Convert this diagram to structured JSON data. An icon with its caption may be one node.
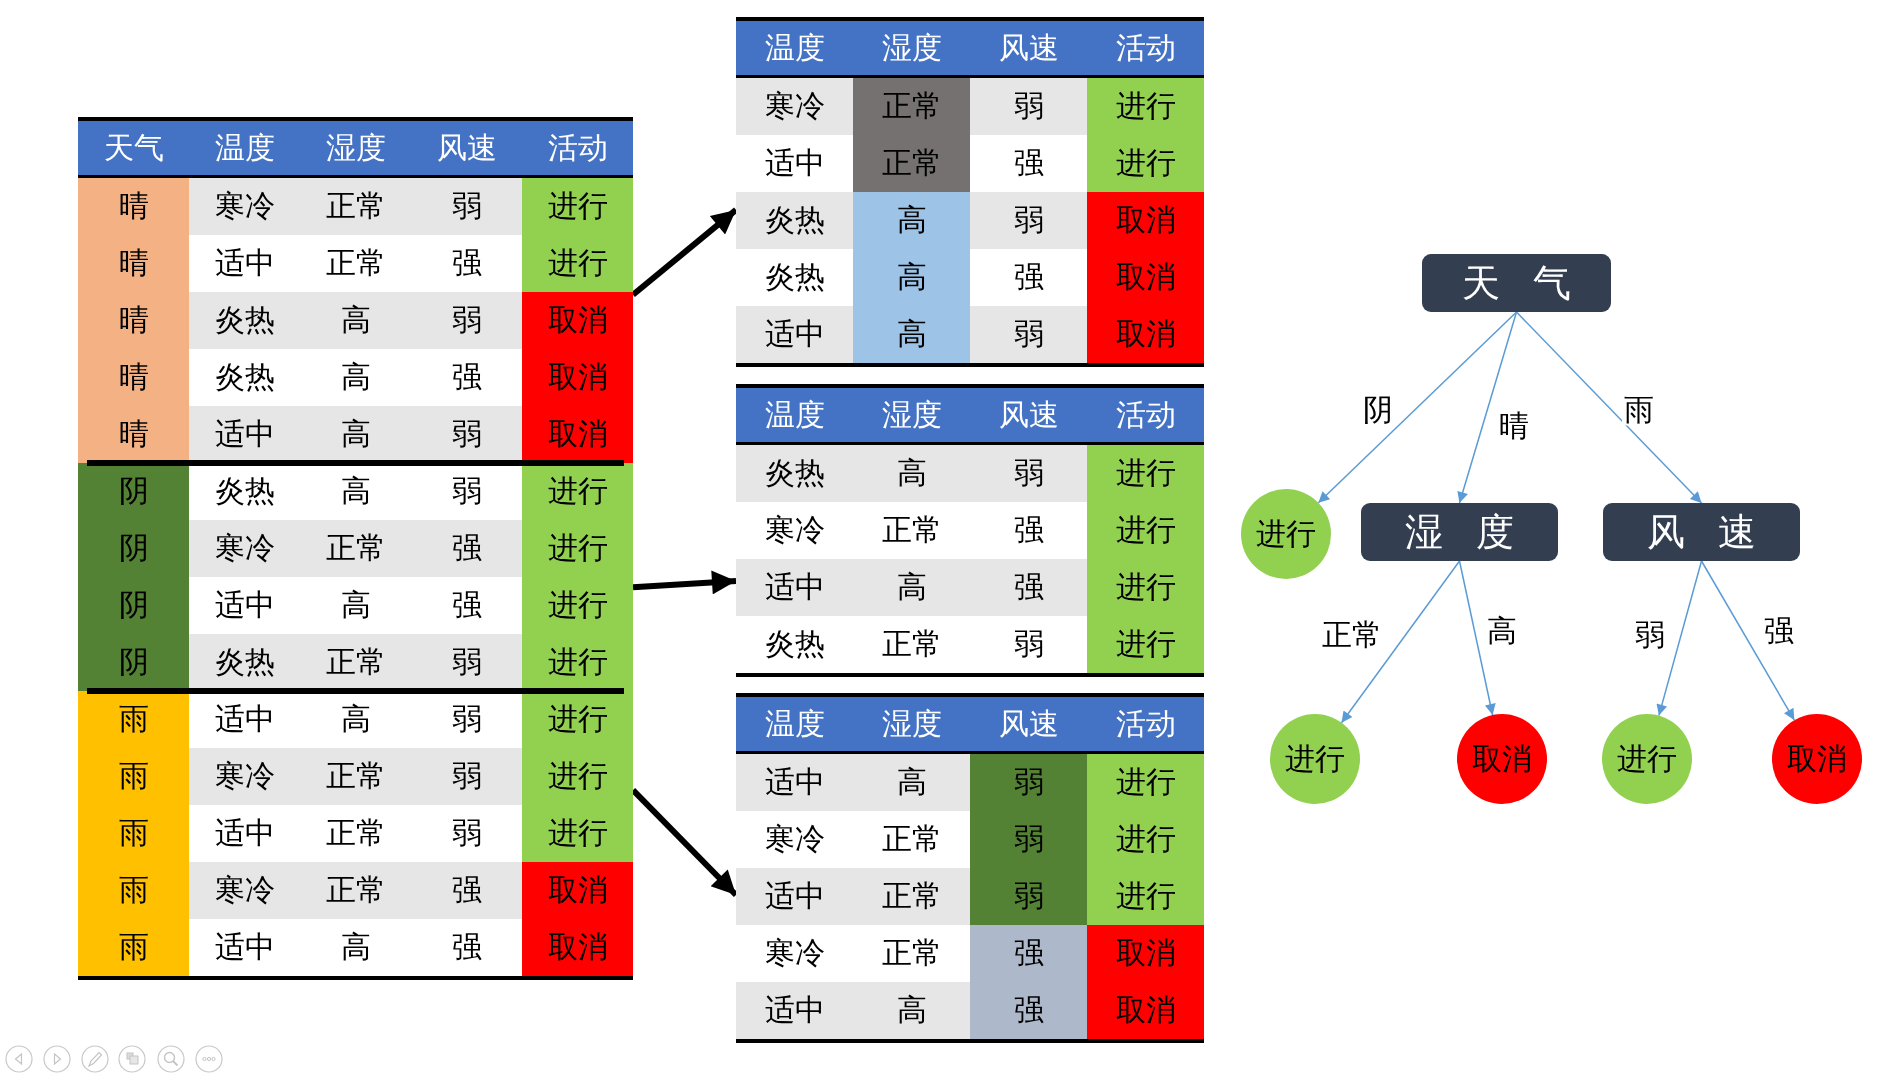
{
  "diagram": {
    "nodes": [
      {
        "text": [
          "天气",
          "温度",
          "湿度",
          "风速",
          "活动",
          "晴",
          "寒冷",
          "正常",
          "弱",
          "进行",
          "晴",
          "适中",
          "正常",
          "强",
          "进行",
          "晴",
          "炎热",
          "高",
          "弱",
          "取消",
          "晴",
          "炎热",
          "高",
          "强",
          "取消",
          "晴",
          "适中",
          "高",
          "弱",
          "取消",
          "阴",
          "炎热",
          "高",
          "弱",
          "进行",
          "阴",
          "寒冷",
          "正常",
          "强",
          "进行",
          "阴",
          "适中",
          "高",
          "强",
          "进行",
          "阴",
          "炎热",
          "正常",
          "弱",
          "进行",
          "雨",
          "适中",
          "高",
          "弱",
          "进行",
          "雨",
          "寒冷",
          "正常",
          "弱",
          "进行",
          "雨",
          "适中",
          "正常",
          "弱",
          "进行",
          "雨",
          "寒冷",
          "正常",
          "强",
          "取消",
          "雨",
          "适中",
          "高",
          "强",
          "取消"
        ]
      },
      {
        "text": [
          "温度",
          "湿度",
          "风速",
          "活动",
          "寒冷",
          "正常",
          "弱",
          "进行",
          "适中",
          "正常",
          "强",
          "进行",
          "炎热",
          "高",
          "弱",
          "取消",
          "炎热",
          "高",
          "强",
          "取消",
          "适中",
          "高",
          "弱",
          "取消"
        ]
      },
      {
        "text": [
          "温度",
          "湿度",
          "风速",
          "活动",
          "炎热",
          "高",
          "弱",
          "进行",
          "寒冷",
          "正常",
          "强",
          "进行",
          "适中",
          "高",
          "强",
          "进行",
          "炎热",
          "正常",
          "弱",
          "进行"
        ]
      },
      {
        "text": [
          "温度",
          "湿度",
          "风速",
          "活动",
          "适中",
          "高",
          "弱",
          "进行",
          "寒冷",
          "正常",
          "弱",
          "进行",
          "适中",
          "正常",
          "弱",
          "进行",
          "寒冷",
          "正常",
          "强",
          "取消",
          "适中",
          "高",
          "强",
          "取消"
        ]
      },
      {
        "text": [
          "天 气"
        ]
      },
      {
        "text": [
          "进行"
        ]
      },
      {
        "text": [
          "湿 度"
        ]
      },
      {
        "text": [
          "风 速"
        ]
      },
      {
        "text": [
          "进行"
        ]
      },
      {
        "text": [
          "取消"
        ]
      },
      {
        "text": [
          "进行"
        ]
      },
      {
        "text": [
          "取消"
        ]
      }
    ],
    "edges": [
      {
        "from": 0,
        "to": 1,
        "arrow": "to",
        "style": "thick",
        "color": "#000000"
      },
      {
        "from": 0,
        "to": 2,
        "arrow": "to",
        "style": "thick",
        "color": "#000000"
      },
      {
        "from": 0,
        "to": 3,
        "arrow": "to",
        "style": "thick",
        "color": "#000000"
      },
      {
        "from": 4,
        "to": 5,
        "label": "阴",
        "arrow": "to"
      },
      {
        "from": 4,
        "to": 6,
        "label": "晴",
        "arrow": "to"
      },
      {
        "from": 4,
        "to": 7,
        "label": "雨",
        "arrow": "to"
      },
      {
        "from": 6,
        "to": 8,
        "label": "正常",
        "arrow": "to"
      },
      {
        "from": 6,
        "to": 9,
        "label": "高",
        "arrow": "to"
      },
      {
        "from": 7,
        "to": 10,
        "label": "弱",
        "arrow": "to"
      },
      {
        "from": 7,
        "to": 11,
        "label": "强",
        "arrow": "to"
      }
    ]
  }
}
